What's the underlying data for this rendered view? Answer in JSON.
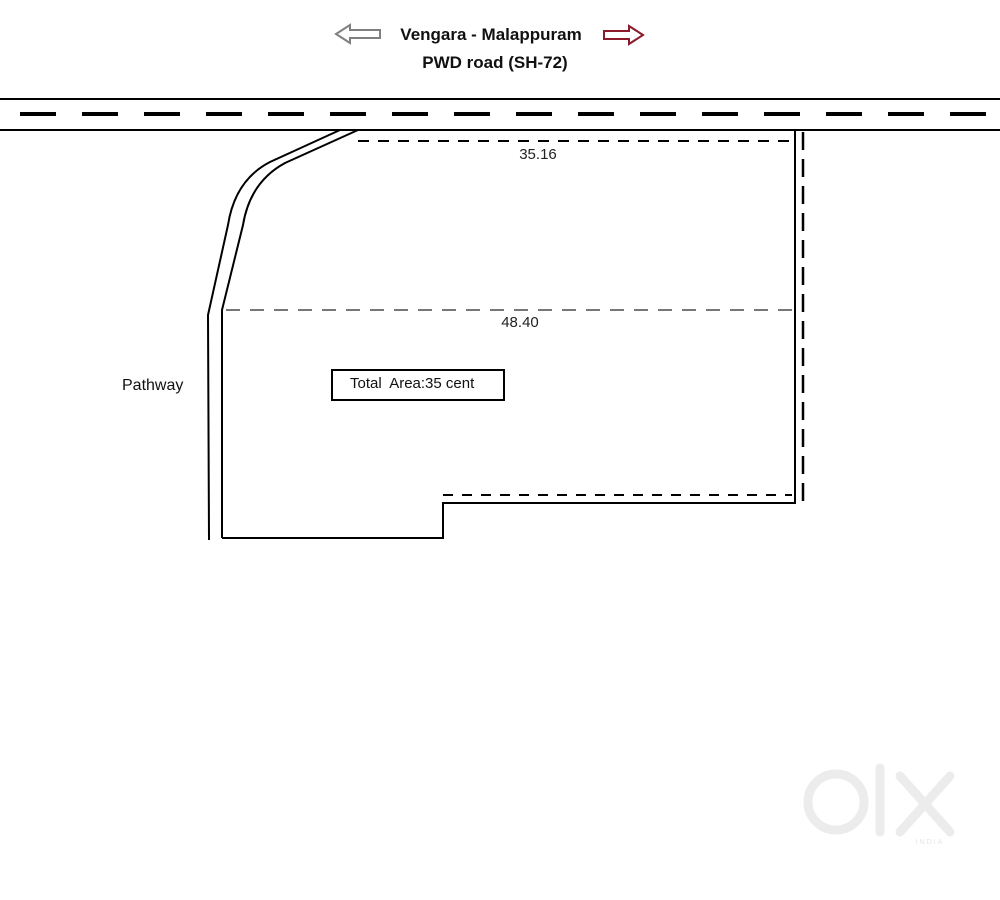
{
  "header": {
    "road_name": "Vengara - Malappuram",
    "road_type": "PWD road (SH-72)",
    "left_arrow_icon": "arrow-left-outline-icon",
    "right_arrow_icon": "arrow-right-outline-icon",
    "left_arrow_color": "#808080",
    "right_arrow_color": "#8b1a2b"
  },
  "plot": {
    "front_dimension": "35.16",
    "middle_dimension": "48.40",
    "area_label": "Total  Area:35 cent",
    "pathway_label": "Pathway"
  },
  "watermark": {
    "logo": "OLX",
    "sub": "INDIA"
  }
}
